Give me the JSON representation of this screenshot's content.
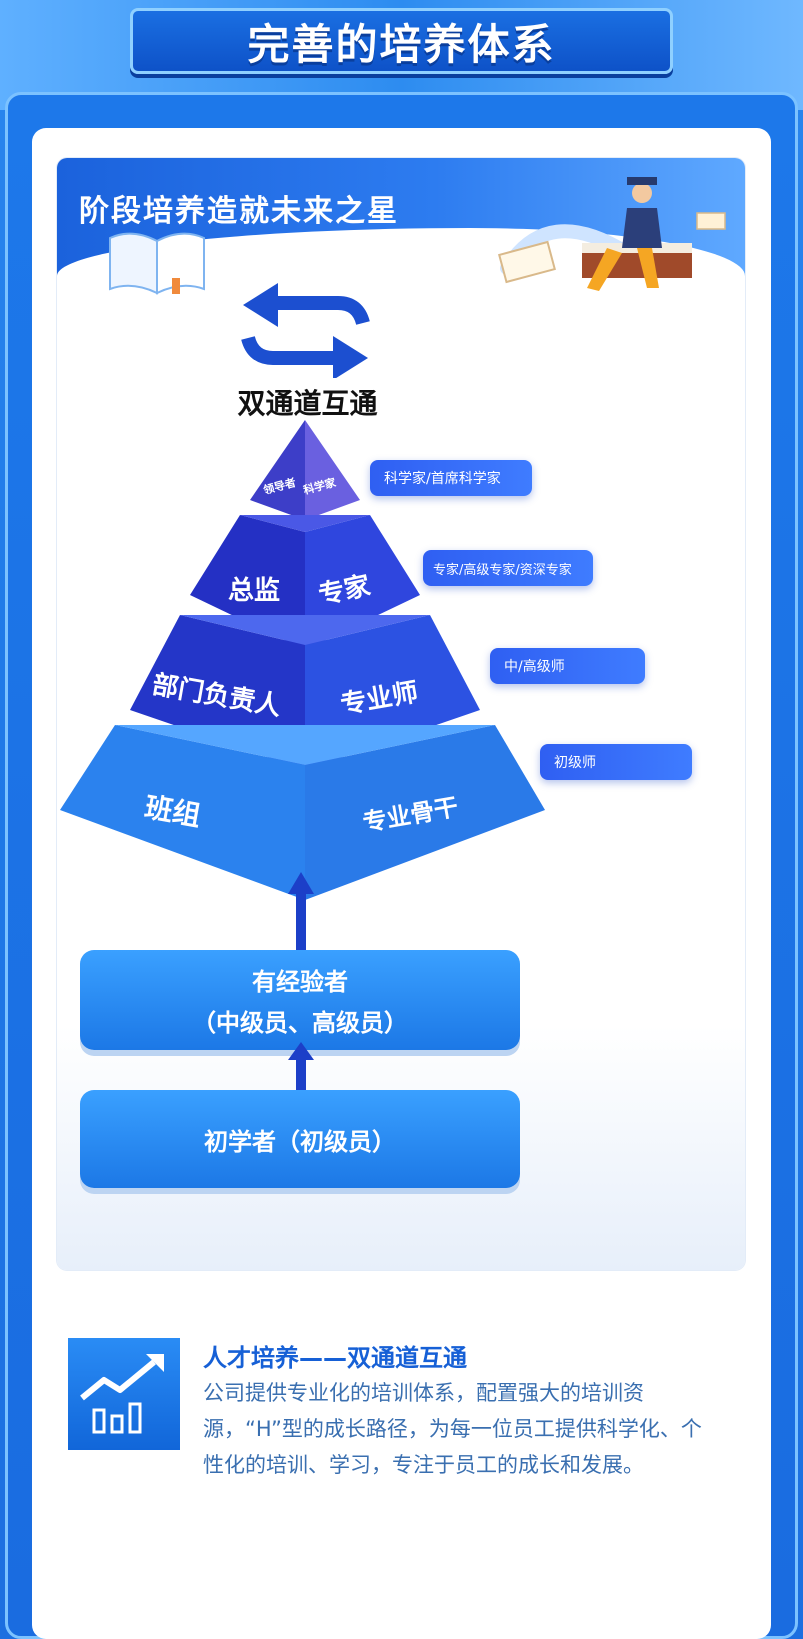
{
  "title": "完善的培养体系",
  "panel": {
    "subtitle": "阶段培养造就未来之星"
  },
  "channel_label": "双通道互通",
  "pyramid": {
    "tier1": {
      "left": "领导者",
      "right": "科学家",
      "tag": "科学家/首席科学家"
    },
    "tier2": {
      "left": "总监",
      "right": "专家",
      "tag": "专家/高级专家/资深专家"
    },
    "tier3": {
      "left": "部门负责人",
      "right": "专业师",
      "tag": "中/高级师"
    },
    "tier4": {
      "left": "班组",
      "right": "专业骨干",
      "tag": "初级师"
    }
  },
  "levels": {
    "experienced": {
      "line1": "有经验者",
      "line2": "（中级员、高级员）"
    },
    "beginner": {
      "line1": "初学者（初级员）"
    }
  },
  "footer": {
    "icon": "growth-chart-icon",
    "title": "人才培养——双通道互通",
    "body": "公司提供专业化的培训体系，配置强大的培训资源，“H”型的成长路径，为每一位员工提供科学化、个性化的培训、学习，专注于员工的成长和发展。"
  },
  "colors": {
    "brand_blue": "#1f7ae8",
    "pyramid_dark": "#2438d4",
    "pyramid_light": "#2a8cf0",
    "footer_title": "#1660d6",
    "footer_text": "#3a6fb0"
  }
}
